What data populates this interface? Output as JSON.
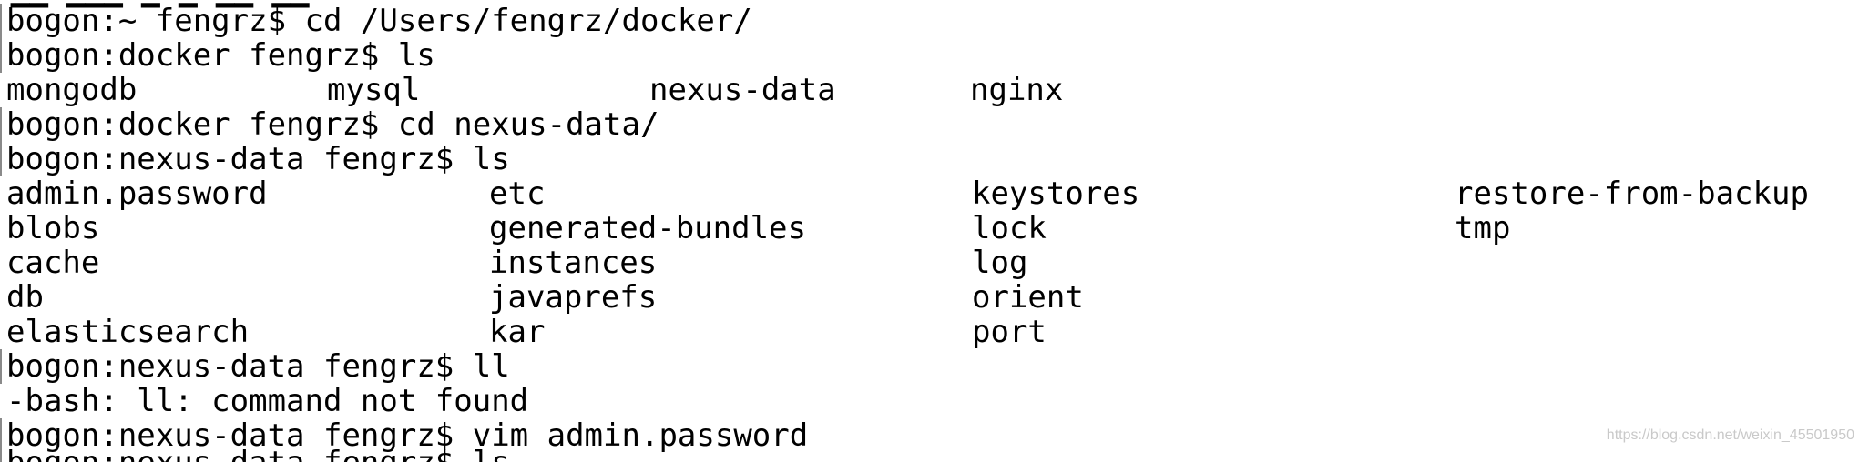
{
  "terminal": {
    "clipped_top": "▁▁ ▁▁▁ ▁ ▁ ▁▁ ▁▁",
    "lines": {
      "p1": "bogon:~ fengrz$ cd /Users/fengrz/docker/",
      "p2": "bogon:docker fengrz$ ls",
      "ls1": [
        "mongodb",
        "mysql",
        "nexus-data",
        "nginx"
      ],
      "p3": "bogon:docker fengrz$ cd nexus-data/",
      "p4": "bogon:nexus-data fengrz$ ls",
      "ls2": [
        [
          "admin.password",
          "etc",
          "keystores",
          "restore-from-backup"
        ],
        [
          "blobs",
          "generated-bundles",
          "lock",
          "tmp"
        ],
        [
          "cache",
          "instances",
          "log",
          ""
        ],
        [
          "db",
          "javaprefs",
          "orient",
          ""
        ],
        [
          "elasticsearch",
          "kar",
          "port",
          ""
        ]
      ],
      "p5": "bogon:nexus-data fengrz$ ll",
      "err": "-bash: ll: command not found",
      "p6": "bogon:nexus-data fengrz$ vim admin.password"
    },
    "clipped_bottom": "bogon:nexus-data fengrz$ ls"
  },
  "watermark": "https://blog.csdn.net/weixin_45501950",
  "colors": {
    "background": "#ffffff",
    "text": "#000000",
    "watermark": "#c9c9c9"
  }
}
